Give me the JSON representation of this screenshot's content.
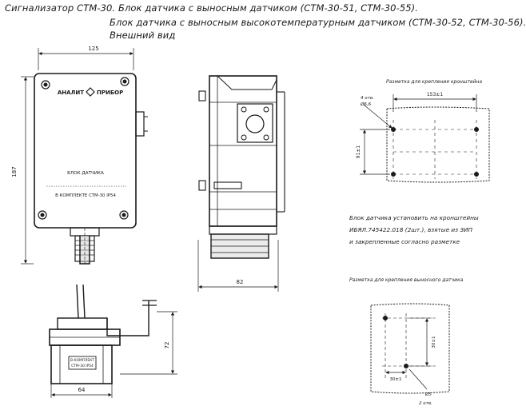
{
  "header": {
    "line1_prefix": "Сигнализатор СТМ-30.",
    "line1_rest": "Блок датчика с выносным датчиком (СТМ-30-51, СТМ-30-55).",
    "line2": "Блок датчика с выносным высокотемпературным датчиком (СТМ-30-52, СТМ-30-56).",
    "line3": "Внешний вид"
  },
  "front_view": {
    "logo_left": "АНАЛИТ",
    "logo_right": "ПРИБОР",
    "plate_title": "БЛОК ДАТЧИКА",
    "plate_subtitle": "В КОМПЛЕКТЕ СТМ-30  IP54",
    "dim_width": "125",
    "dim_height": "187"
  },
  "side_view": {
    "dim_depth": "82"
  },
  "bottom_view": {
    "plate_line1": "В КОМПЛЕКТ",
    "plate_line2": "СТМ-30  IP54",
    "dim_width": "64",
    "dim_height": "72"
  },
  "bracket_marking": {
    "title": "Разметка для крепления кронштейна",
    "hole_label_1": "4 отв.",
    "hole_label_2": "Ø6,6",
    "dim_horizontal": "153±1",
    "dim_vertical": "91±1"
  },
  "install_note": {
    "line1": "Блок датчика установить на кронштейны",
    "line2": "ИБЯЛ.745422.018 (2шт.), взятые из ЗИП",
    "line3": "и закрепленные согласно разметке"
  },
  "remote_marking": {
    "title": "Разметка для крепления выносного датчика",
    "dim_vertical": "30±1",
    "dim_horizontal": "30±1",
    "hole_label_1": "Ø5",
    "hole_label_2": "2 отв."
  }
}
